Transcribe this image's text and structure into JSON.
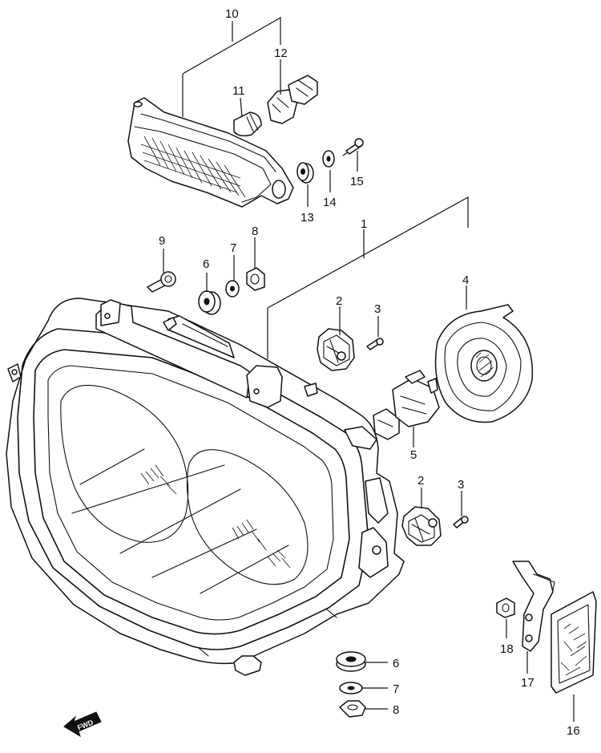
{
  "callouts": {
    "c1": "1",
    "c2a": "2",
    "c2b": "2",
    "c3a": "3",
    "c3b": "3",
    "c4": "4",
    "c5": "5",
    "c6a": "6",
    "c6b": "6",
    "c7a": "7",
    "c7b": "7",
    "c8a": "8",
    "c8b": "8",
    "c9": "9",
    "c10": "10",
    "c11": "11",
    "c12": "12",
    "c13": "13",
    "c14": "14",
    "c15": "15",
    "c16": "16",
    "c17": "17",
    "c18": "18"
  },
  "fwd_arrow": "FWD"
}
